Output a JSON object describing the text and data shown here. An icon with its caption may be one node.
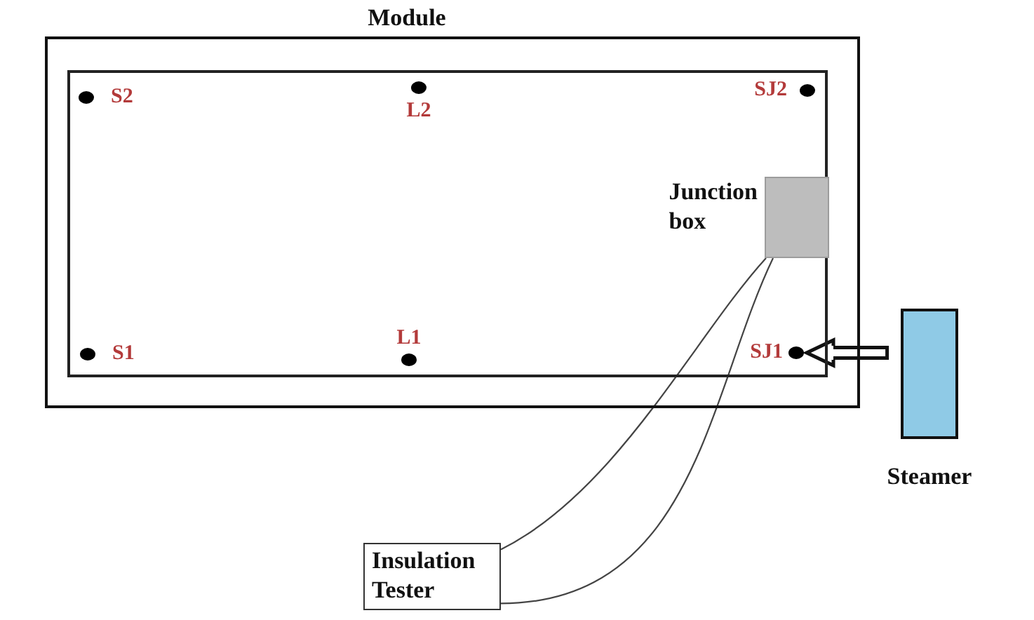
{
  "diagram": {
    "nodes": [
      {
        "text": [
          "Module"
        ]
      },
      {
        "text": [],
        "shape": "circle",
        "beside": [
          "S2"
        ],
        "in": 0
      },
      {
        "text": [],
        "shape": "circle",
        "beside": [
          "L2"
        ],
        "in": 0
      },
      {
        "text": [],
        "shape": "circle",
        "beside": [
          "SJ2"
        ],
        "in": 0
      },
      {
        "text": [],
        "shape": "box",
        "beside": [
          "Junction box"
        ],
        "in": 0
      },
      {
        "text": [],
        "shape": "circle",
        "beside": [
          "S1"
        ],
        "in": 0
      },
      {
        "text": [],
        "shape": "circle",
        "beside": [
          "L1"
        ],
        "in": 0
      },
      {
        "text": [],
        "shape": "circle",
        "beside": [
          "SJ1"
        ],
        "in": 0
      },
      {
        "text": [],
        "shape": "box",
        "beside": [
          "Steamer"
        ]
      },
      {
        "text": [
          "Insulation Tester"
        ]
      }
    ],
    "edges": [
      {
        "from": 8,
        "to": 7,
        "arrow": "to"
      },
      {
        "from": 4,
        "to": 9,
        "arrow": "none"
      },
      {
        "from": 4,
        "to": 9,
        "arrow": "none"
      }
    ]
  }
}
